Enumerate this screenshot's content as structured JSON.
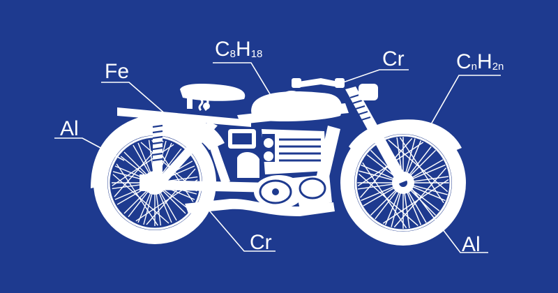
{
  "colors": {
    "background": "#1e3a8f",
    "foreground": "#ffffff"
  },
  "labels": {
    "fe": "Fe",
    "al_left": "Al",
    "fuel": {
      "base1": "C",
      "sub1": "8",
      "base2": "H",
      "sub2": "18"
    },
    "cr_top": "Cr",
    "tire": {
      "base1": "C",
      "sub1": "n",
      "base2": "H",
      "sub2": "2n"
    },
    "cr_bottom": "Cr",
    "al_right": "Al"
  }
}
